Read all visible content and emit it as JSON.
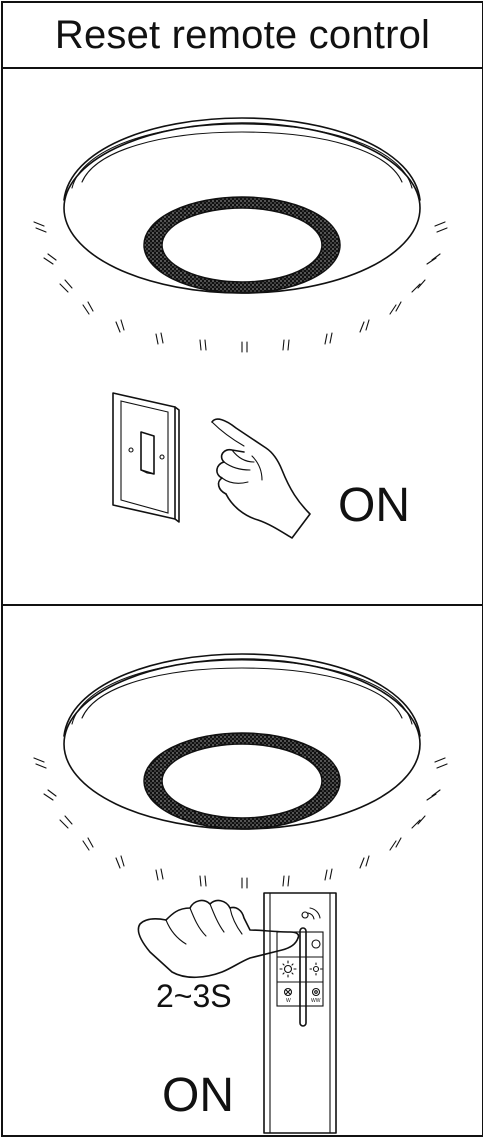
{
  "title": "Reset remote control",
  "step1": {
    "state_label": "ON"
  },
  "step2": {
    "hold_time": "2~3S",
    "state_label": "ON"
  },
  "icons": [
    "ceiling-lamp-icon",
    "wall-switch-icon",
    "pointing-hand-icon",
    "remote-control-icon",
    "pressing-hand-icon"
  ]
}
